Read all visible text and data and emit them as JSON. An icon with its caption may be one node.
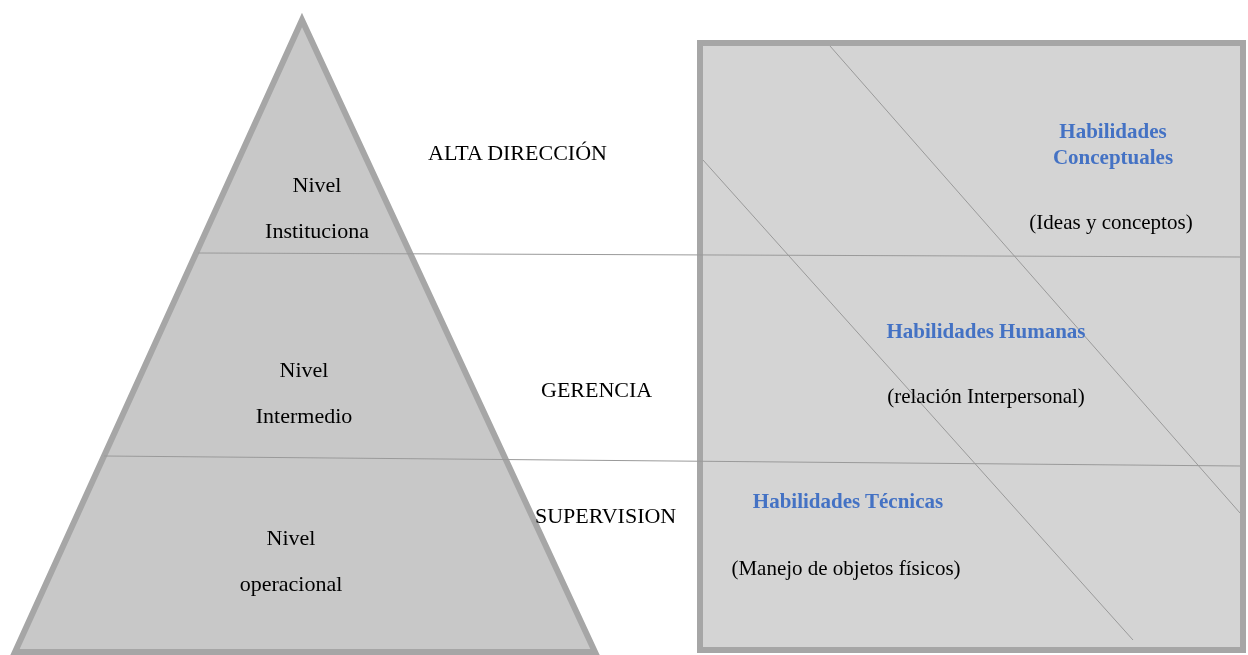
{
  "diagram": {
    "nodes": [
      {
        "text": [
          "Nivel Instituciona"
        ]
      },
      {
        "text": [
          "Nivel Intermedio"
        ]
      },
      {
        "text": [
          "Nivel operacional"
        ]
      },
      {
        "text": [],
        "shape": "box"
      },
      {
        "text": [
          "Habilidades Conceptuales",
          "(Ideas y conceptos)"
        ],
        "in": 3
      },
      {
        "text": [
          "Habilidades Humanas",
          "(relación Interpersonal)"
        ],
        "in": 3
      },
      {
        "text": [
          "Habilidades Técnicas",
          "(Manejo de objetos físicos)"
        ],
        "in": 3
      }
    ],
    "labels": [
      "ALTA DIRECCIÓN",
      "GERENCIA",
      "SUPERVISION"
    ]
  }
}
